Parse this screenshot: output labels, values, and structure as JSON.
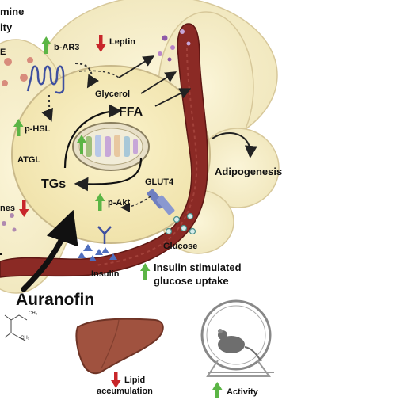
{
  "labels": {
    "amine": "mine",
    "activity_top": "ity",
    "e_top": "E",
    "b_ar3": "b-AR3",
    "leptin": "Leptin",
    "glycerol": "Glycerol",
    "ffa": "FFA",
    "p_hsl": "p-HSL",
    "atgl": "ATGL",
    "tgs": "TGs",
    "glut4": "GLUT4",
    "adipogenesis": "Adipogenesis",
    "nes": "nes",
    "p_akt": "p-Akt",
    "glucose": "Glucose",
    "insulin": "Insulin",
    "insulin_stim_1": "Insulin stimulated",
    "insulin_stim_2": "glucose uptake",
    "auranofin": "Auranofin",
    "lipid_1": "Lipid",
    "lipid_2": "accumulation",
    "activity": "Activity",
    "ch3_a": "CH₃",
    "ch3_b": "CH₃"
  },
  "colors": {
    "cell_fill": "#f7eec0",
    "cell_stroke": "#c9b98a",
    "vessel": "#8b2a25",
    "vessel_dark": "#5e1713",
    "mito": "#e8e0c8",
    "liver": "#a0523f",
    "up_arrow": "#5bb545",
    "down_arrow": "#c8262a",
    "receptor": "#6f7fc0"
  }
}
